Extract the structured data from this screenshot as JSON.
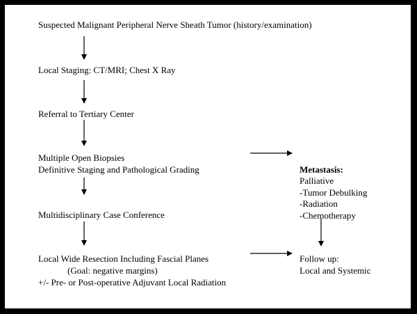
{
  "flowchart": {
    "main_steps": [
      "Suspected Malignant Peripheral Nerve Sheath Tumor (history/examination)",
      "Local Staging: CT/MRI; Chest X Ray",
      "Referral to Tertiary Center",
      "Multiple Open Biopsies",
      "Definitive Staging and Pathological Grading",
      "Multidisciplinary Case Conference",
      "Local Wide Resection Including Fascial Planes",
      "(Goal: negative margins)",
      "+/-  Pre- or Post-operative Adjuvant Local Radiation"
    ],
    "metastasis": {
      "title": "Metastasis:",
      "lines": [
        "Palliative",
        "-Tumor Debulking",
        "-Radiation",
        "-Chemotherapy"
      ]
    },
    "follow_up": {
      "lines": [
        "Follow up:",
        "Local and Systemic"
      ]
    }
  }
}
